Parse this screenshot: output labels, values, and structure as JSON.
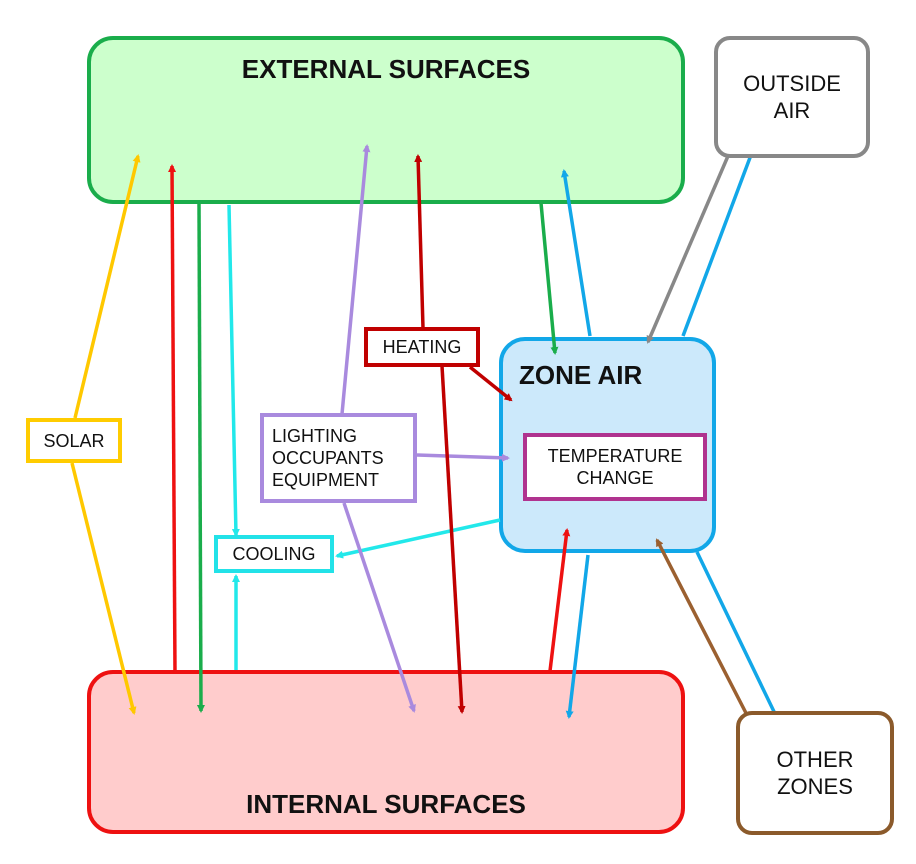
{
  "nodes": {
    "external_surfaces": "EXTERNAL SURFACES",
    "internal_surfaces": "INTERNAL SURFACES",
    "outside_air": "OUTSIDE\nAIR",
    "other_zones": "OTHER\nZONES",
    "zone_air": "ZONE AIR",
    "temperature_change": "TEMPERATURE\nCHANGE",
    "heating": "HEATING",
    "solar": "SOLAR",
    "lighting": "LIGHTING\nOCCUPANTS\nEQUIPMENT",
    "cooling": "COOLING"
  },
  "colors": {
    "external_fill": "#ccffcc",
    "external_border": "#1aad4b",
    "internal_fill": "#ffcccc",
    "internal_border": "#ee1111",
    "zone_fill": "#cce9fb",
    "zone_border": "#12a7e8",
    "outside_border": "#888888",
    "other_border": "#8b5a2b",
    "temp_border": "#b0338f",
    "heating_border": "#c00000",
    "solar_border": "#ffcc00",
    "lighting_border": "#a98ade",
    "cooling_border": "#22e2e8",
    "arrow_solar": "#ffc800",
    "arrow_red": "#ee1111",
    "arrow_green": "#1aad4b",
    "arrow_cyan": "#22e8ea",
    "arrow_purple": "#a98ade",
    "arrow_darkred": "#c00000",
    "arrow_blue": "#12a7e8",
    "arrow_gray": "#888888",
    "arrow_brown": "#9b6030"
  }
}
